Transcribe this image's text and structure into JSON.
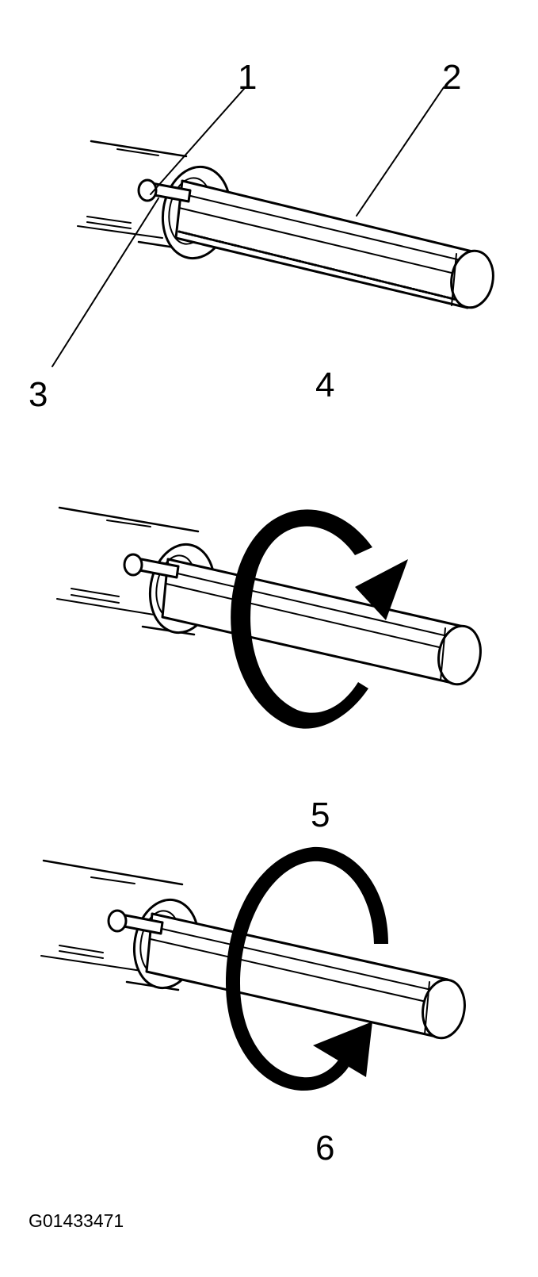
{
  "diagram": {
    "callouts": {
      "c1": "1",
      "c2": "2",
      "c3": "3",
      "c4": "4",
      "c5": "5",
      "c6": "6"
    },
    "figure_id": "G01433471"
  }
}
